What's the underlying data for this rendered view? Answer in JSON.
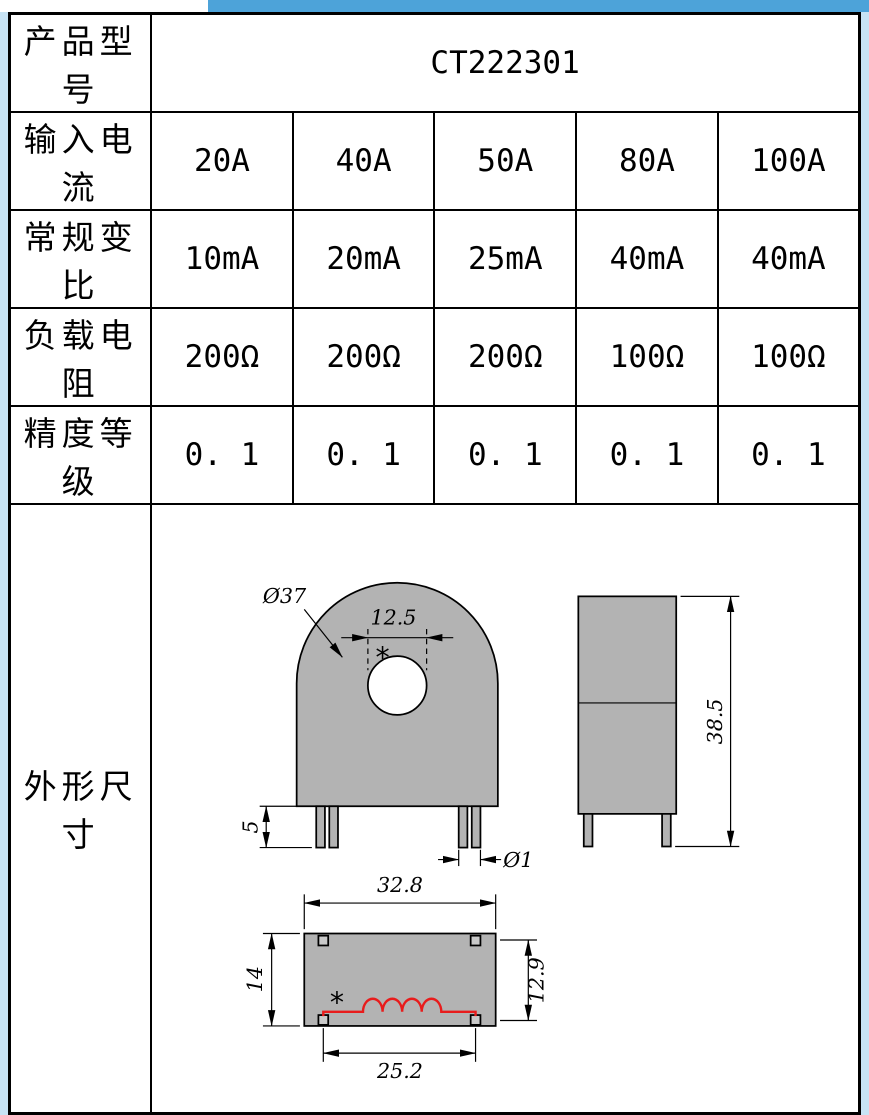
{
  "page": {
    "background": "#c7e3f4",
    "top_strip_color": "#4da3d9"
  },
  "table": {
    "model_row": {
      "label": "产品型号",
      "value": "CT222301"
    },
    "rows": [
      {
        "label": "输入电流",
        "values": [
          "20A",
          "40A",
          "50A",
          "80A",
          "100A"
        ]
      },
      {
        "label": "常规变比",
        "values": [
          "10mA",
          "20mA",
          "25mA",
          "40mA",
          "40mA"
        ]
      },
      {
        "label": "负载电阻",
        "values": [
          "200Ω",
          "200Ω",
          "200Ω",
          "100Ω",
          "100Ω"
        ]
      },
      {
        "label": "精度等级",
        "values": [
          "0. 1",
          "0. 1",
          "0. 1",
          "0. 1",
          "0. 1"
        ]
      }
    ],
    "dimensions_row": {
      "label": "外形尺寸"
    }
  },
  "drawing": {
    "colors": {
      "body_fill": "#b3b3b3",
      "pad_fill": "#c9c9c9",
      "coil": "#e81c1c"
    },
    "front_view": {
      "outer_diameter": "Ø37",
      "hole_diameter": "12.5",
      "polarity_mark": "*",
      "pin_length": "5",
      "pin_diameter": "Ø1"
    },
    "side_view": {
      "total_height": "38.5"
    },
    "bottom_view": {
      "body_width": "32.8",
      "body_depth": "14",
      "pin_row_span": "12.9",
      "pin_col_span": "25.2",
      "polarity_mark": "*"
    }
  }
}
